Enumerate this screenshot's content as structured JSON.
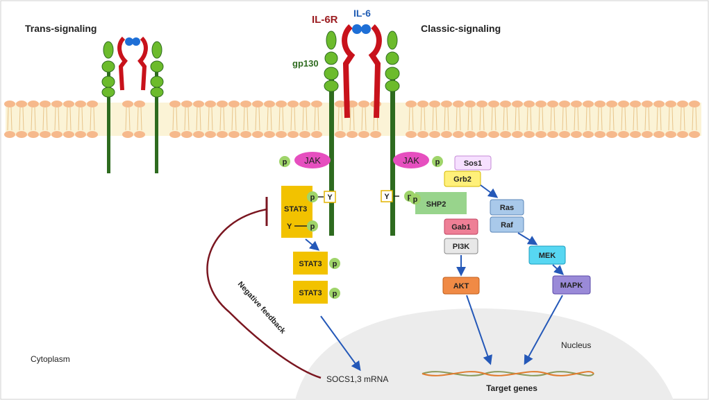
{
  "labels": {
    "trans_signaling": "Trans-signaling",
    "classic_signaling": "Classic-signaling",
    "il6r": "IL-6R",
    "il6": "IL-6",
    "gp130": "gp130",
    "cytoplasm": "Cytoplasm",
    "nucleus": "Nucleus",
    "negative_feedback": "Negative feedback",
    "socs_mrna": "SOCS1,3 mRNA",
    "target_genes": "Target genes"
  },
  "nodes": {
    "jak_left": "JAK",
    "jak_right": "JAK",
    "stat3_receptor": "STAT3",
    "stat3_a": "STAT3",
    "stat3_b": "STAT3",
    "sos1": "Sos1",
    "grb2": "Grb2",
    "shp2": "SHP2",
    "gab1": "Gab1",
    "pi3k": "PI3K",
    "akt": "AKT",
    "ras": "Ras",
    "raf": "Raf",
    "mek": "MEK",
    "mapk": "MAPK"
  },
  "marks": {
    "p": "p",
    "y": "Y"
  },
  "colors": {
    "membrane_band": "#fbf3d6",
    "lipid_head": "#f6b98c",
    "receptor_green": "#2e6b1f",
    "gp130_domain": "#6cbb2c",
    "il6r_red": "#c8121b",
    "il6_blue": "#1e6fd6",
    "jak": "#e64fbf",
    "stat3": "#f2c200",
    "p_circle": "#9fd46a",
    "shp2": "#98d48c",
    "grb2": "#fff07a",
    "sos1": "#f6e0ff",
    "gab1": "#ee7f96",
    "pi3k": "#e8e8e8",
    "akt": "#f08a45",
    "ras": "#a9c9ea",
    "raf": "#a9c9ea",
    "mek": "#57d7f2",
    "mapk": "#9a8ad8",
    "arrow": "#2458b8",
    "feedback": "#7a1620",
    "nucleus": "#ececec"
  }
}
